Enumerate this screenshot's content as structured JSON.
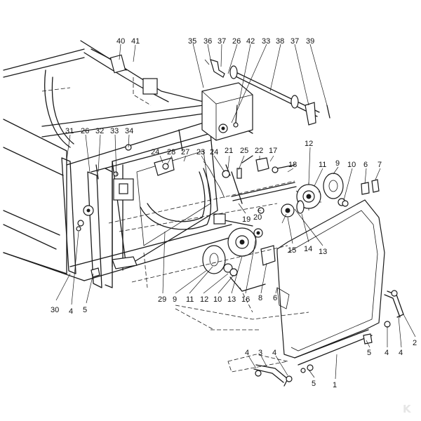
{
  "callouts": [
    {
      "id": "c40",
      "text": "40"
    },
    {
      "id": "c41",
      "text": "41"
    },
    {
      "id": "c35",
      "text": "35"
    },
    {
      "id": "c36",
      "text": "36"
    },
    {
      "id": "c37a",
      "text": "37"
    },
    {
      "id": "c26a",
      "text": "26"
    },
    {
      "id": "c42",
      "text": "42"
    },
    {
      "id": "c33a",
      "text": "33"
    },
    {
      "id": "c38",
      "text": "38"
    },
    {
      "id": "c37b",
      "text": "37"
    },
    {
      "id": "c39",
      "text": "39"
    },
    {
      "id": "c31",
      "text": "31"
    },
    {
      "id": "c26b",
      "text": "26"
    },
    {
      "id": "c32",
      "text": "32"
    },
    {
      "id": "c33b",
      "text": "33"
    },
    {
      "id": "c34",
      "text": "34"
    },
    {
      "id": "c24a",
      "text": "24"
    },
    {
      "id": "c28",
      "text": "28"
    },
    {
      "id": "c27",
      "text": "27"
    },
    {
      "id": "c23",
      "text": "23"
    },
    {
      "id": "c24b",
      "text": "24"
    },
    {
      "id": "c21",
      "text": "21"
    },
    {
      "id": "c25",
      "text": "25"
    },
    {
      "id": "c22",
      "text": "22"
    },
    {
      "id": "c17",
      "text": "17"
    },
    {
      "id": "c18",
      "text": "18"
    },
    {
      "id": "c12a",
      "text": "12"
    },
    {
      "id": "c11a",
      "text": "11"
    },
    {
      "id": "c9a",
      "text": "9"
    },
    {
      "id": "c10a",
      "text": "10"
    },
    {
      "id": "c6a",
      "text": "6"
    },
    {
      "id": "c7",
      "text": "7"
    },
    {
      "id": "c19",
      "text": "19"
    },
    {
      "id": "c20",
      "text": "20"
    },
    {
      "id": "c15",
      "text": "15"
    },
    {
      "id": "c14",
      "text": "14"
    },
    {
      "id": "c13a",
      "text": "13"
    },
    {
      "id": "c30",
      "text": "30"
    },
    {
      "id": "c4a",
      "text": "4"
    },
    {
      "id": "c5a",
      "text": "5"
    },
    {
      "id": "c29",
      "text": "29"
    },
    {
      "id": "c9b",
      "text": "9"
    },
    {
      "id": "c11b",
      "text": "11"
    },
    {
      "id": "c12b",
      "text": "12"
    },
    {
      "id": "c10b",
      "text": "10"
    },
    {
      "id": "c13b",
      "text": "13"
    },
    {
      "id": "c16",
      "text": "16"
    },
    {
      "id": "c8",
      "text": "8"
    },
    {
      "id": "c6b",
      "text": "6"
    },
    {
      "id": "c5b",
      "text": "5"
    },
    {
      "id": "c4b",
      "text": "4"
    },
    {
      "id": "c4c",
      "text": "4"
    },
    {
      "id": "c2",
      "text": "2"
    },
    {
      "id": "c4d",
      "text": "4"
    },
    {
      "id": "c3",
      "text": "3"
    },
    {
      "id": "c4e",
      "text": "4"
    },
    {
      "id": "c5c",
      "text": "5"
    },
    {
      "id": "c1",
      "text": "1"
    }
  ],
  "watermark": "K"
}
